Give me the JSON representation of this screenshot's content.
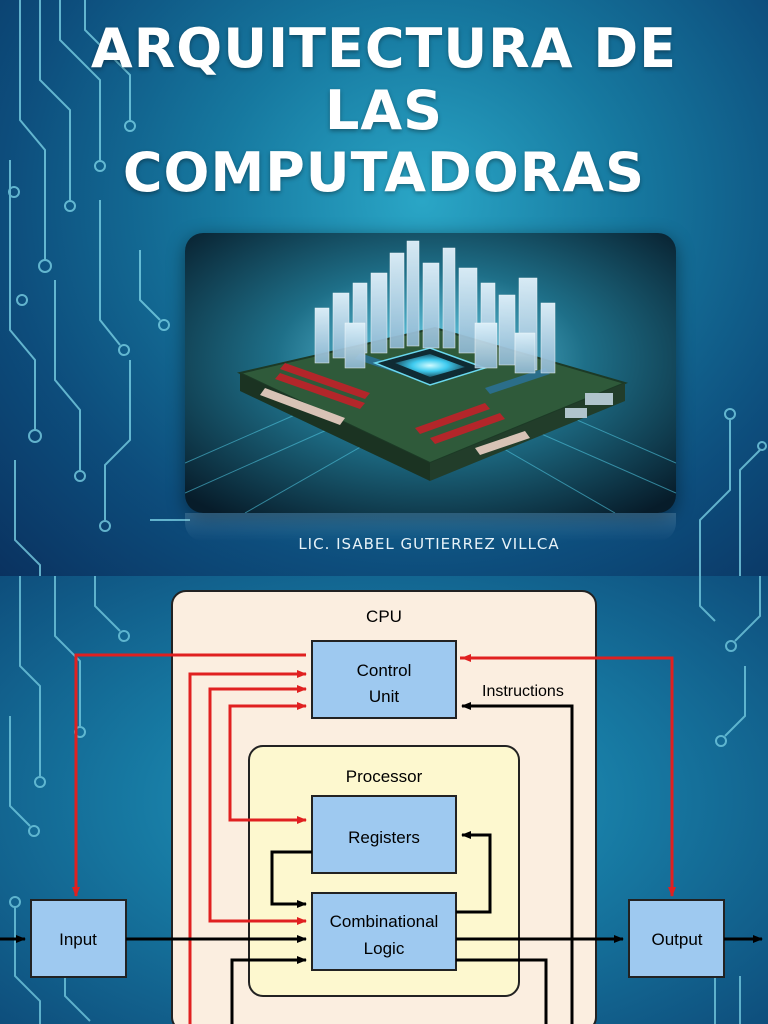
{
  "slide1": {
    "title_lines": [
      "ARQUITECTURA DE",
      "LAS",
      "COMPUTADORAS"
    ],
    "author": "LIC. ISABEL GUTIERREZ VILLCA",
    "hero_image": "motherboard-city-illustration"
  },
  "slide2": {
    "diagram": {
      "cpu_label": "CPU",
      "control_unit_label": [
        "Control",
        "Unit"
      ],
      "instructions_label": "Instructions",
      "processor_label": "Processor",
      "registers_label": "Registers",
      "combinational_logic_label": [
        "Combinational",
        "Logic"
      ],
      "input_label": "Input",
      "output_label": "Output"
    }
  },
  "colors": {
    "control_arrow": "#e02020",
    "data_arrow": "#000000",
    "box_fill": "#9ec9f0",
    "cpu_fill": "#fbeee0",
    "processor_fill": "#fdf8cf"
  }
}
